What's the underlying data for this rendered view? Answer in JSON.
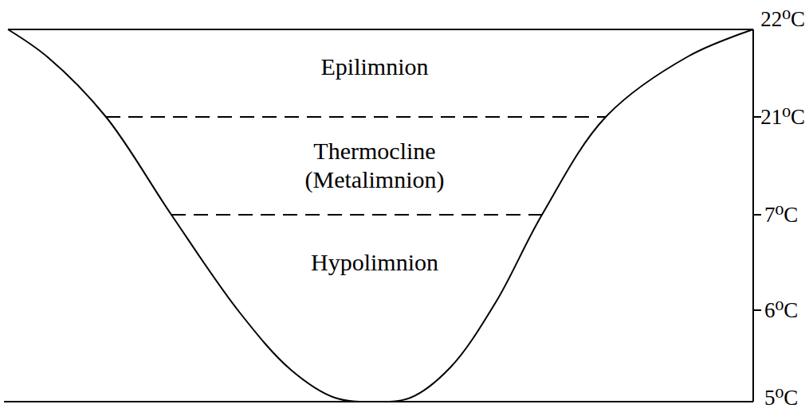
{
  "diagram": {
    "labels": [
      "22⁰C",
      "Epilimnion",
      "21⁰C",
      "Thermocline (Metalimnion)",
      "7⁰C",
      "Hypolimnion",
      "6⁰C",
      "5⁰C"
    ]
  }
}
